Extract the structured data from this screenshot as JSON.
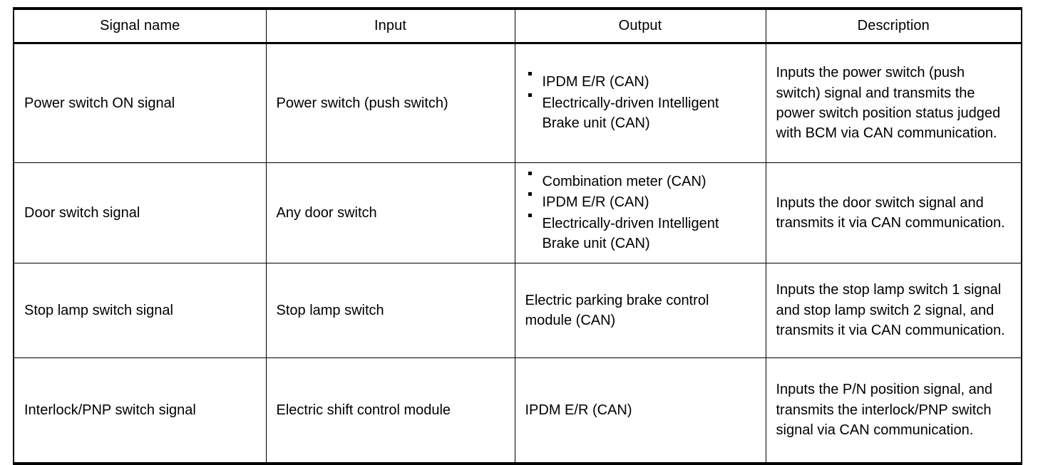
{
  "table": {
    "columns": [
      {
        "key": "signal_name",
        "label": "Signal name"
      },
      {
        "key": "input",
        "label": "Input"
      },
      {
        "key": "output",
        "label": "Output"
      },
      {
        "key": "description",
        "label": "Description"
      }
    ],
    "rows": [
      {
        "signal_name": "Power switch ON signal",
        "input": "Power switch (push switch)",
        "output_items": [
          "IPDM E/R (CAN)",
          "Electrically-driven Intelligent Brake unit (CAN)"
        ],
        "description": "Inputs the power switch (push switch) signal and transmits the power switch position status judged with BCM via CAN communication."
      },
      {
        "signal_name": "Door switch signal",
        "input": "Any door switch",
        "output_items": [
          "Combination meter (CAN)",
          "IPDM E/R (CAN)",
          "Electrically-driven Intelligent Brake unit (CAN)"
        ],
        "description": "Inputs the door switch signal and transmits it via CAN communication."
      },
      {
        "signal_name": "Stop lamp switch signal",
        "input": "Stop lamp switch",
        "output_text": "Electric parking brake control module (CAN)",
        "description": "Inputs the stop lamp switch 1 signal and stop lamp switch 2 signal, and transmits it via CAN communication."
      },
      {
        "signal_name": "Interlock/PNP switch signal",
        "input": "Electric shift control module",
        "output_text": "IPDM E/R (CAN)",
        "description": "Inputs the P/N position signal, and transmits the interlock/PNP switch signal via CAN communication."
      }
    ]
  },
  "colors": {
    "border": "#000000",
    "text": "#000000",
    "background": "#ffffff"
  }
}
